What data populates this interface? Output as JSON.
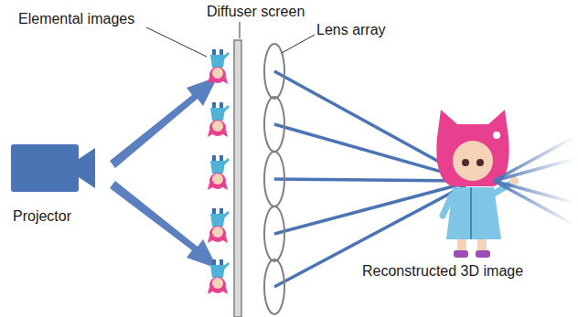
{
  "diagram": {
    "labels": [
      "Elemental images",
      "Diffuser screen",
      "Lens array",
      "Projector",
      "Reconstructed 3D image"
    ]
  }
}
